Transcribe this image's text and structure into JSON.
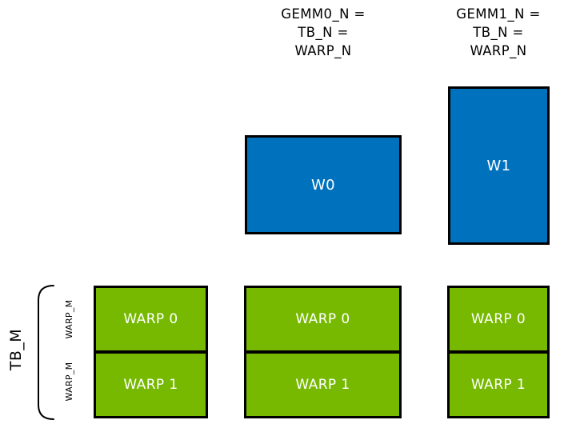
{
  "diagram": {
    "headers": [
      {
        "text": "GEMM0_N =\nTB_N =\nWARP_N"
      },
      {
        "text": "GEMM1_N =\nTB_N =\nWARP_N"
      }
    ],
    "blue_tiles": [
      {
        "label": "W0"
      },
      {
        "label": "W1"
      }
    ],
    "green_columns": [
      {
        "cells": [
          {
            "label": "WARP 0"
          },
          {
            "label": "WARP 1"
          }
        ]
      },
      {
        "cells": [
          {
            "label": "WARP 0"
          },
          {
            "label": "WARP 1"
          }
        ]
      },
      {
        "cells": [
          {
            "label": "WARP 0"
          },
          {
            "label": "WARP 1"
          }
        ]
      }
    ],
    "left_labels": {
      "tb": "TB_M",
      "warp_rows": [
        {
          "label": "WARP_M"
        },
        {
          "label": "WARP_M"
        }
      ]
    },
    "colors": {
      "blue": "#0072BD",
      "green": "#76B900",
      "border": "#000000",
      "label_on_fill": "#FFFFFF",
      "text": "#000000"
    }
  }
}
